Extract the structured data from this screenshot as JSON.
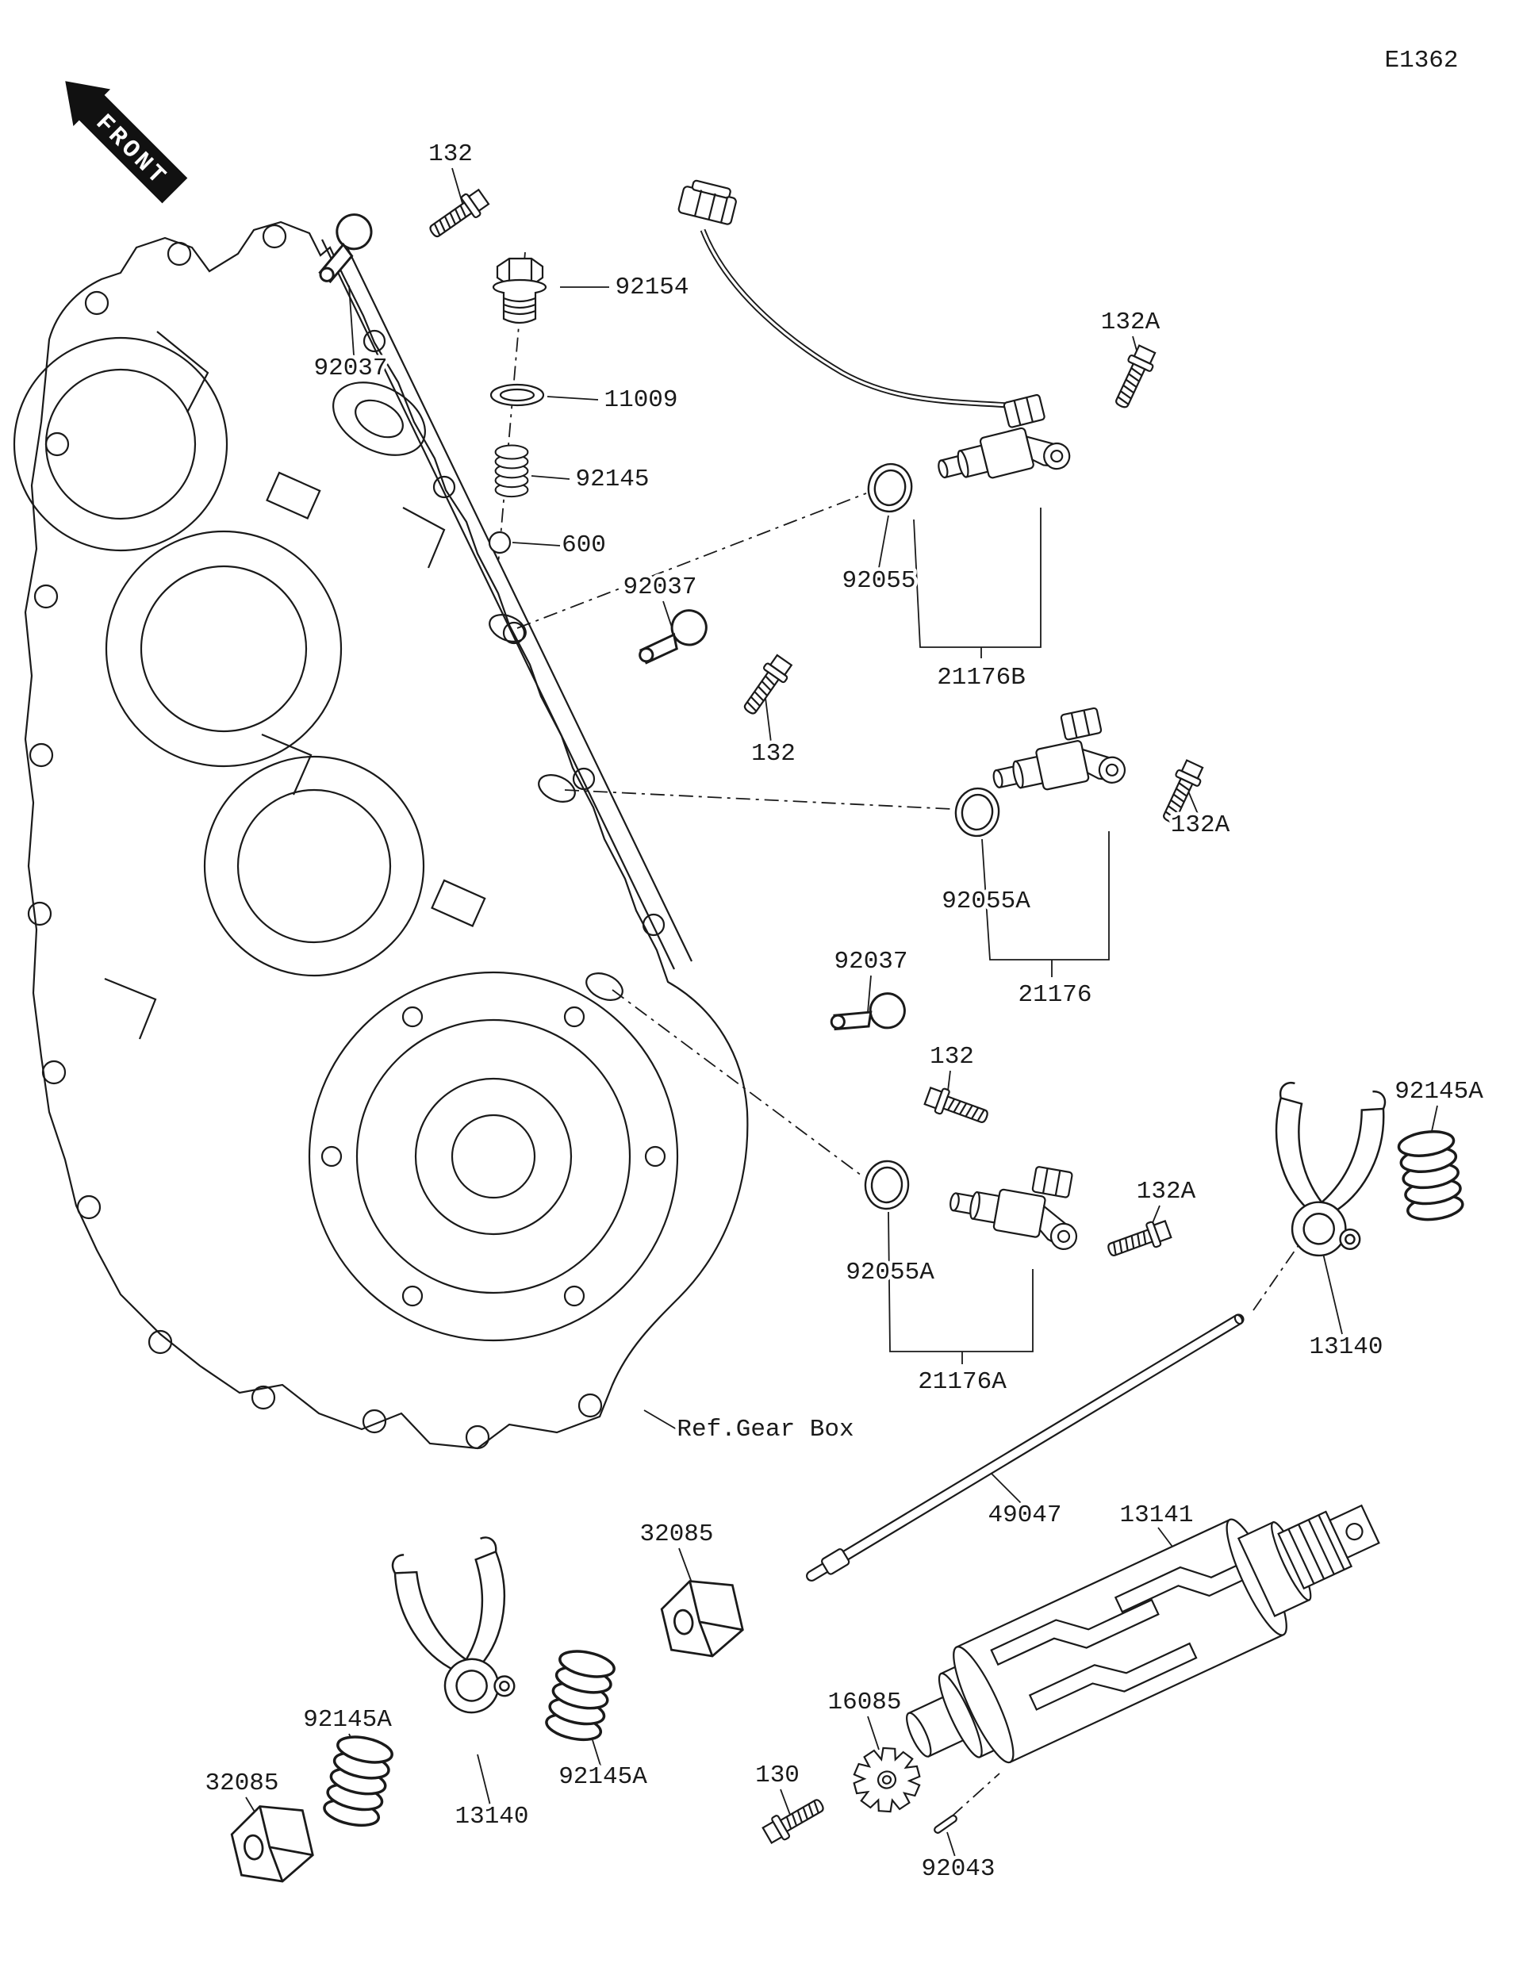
{
  "page": {
    "diagram_code": "E1362",
    "front_banner": "FRONT",
    "background_color": "#ffffff",
    "line_color": "#1a1a1a",
    "subject": "Gear Change Drum / Shift Fork(s) exploded parts diagram"
  },
  "labels": [
    {
      "text": "132",
      "part": "flange-bolt"
    },
    {
      "text": "92154",
      "part": "hex-plug"
    },
    {
      "text": "92037",
      "part": "clamp"
    },
    {
      "text": "11009",
      "part": "gasket-washer"
    },
    {
      "text": "92145",
      "part": "spring"
    },
    {
      "text": "600",
      "part": "steel-ball"
    },
    {
      "text": "92037",
      "part": "clamp"
    },
    {
      "text": "92055",
      "part": "o-ring"
    },
    {
      "text": "21176B",
      "part": "gear-position-sensor"
    },
    {
      "text": "132A",
      "part": "flange-bolt"
    },
    {
      "text": "132",
      "part": "flange-bolt"
    },
    {
      "text": "132A",
      "part": "flange-bolt"
    },
    {
      "text": "92055A",
      "part": "o-ring"
    },
    {
      "text": "21176",
      "part": "gear-position-sensor"
    },
    {
      "text": "92037",
      "part": "clamp"
    },
    {
      "text": "132",
      "part": "flange-bolt"
    },
    {
      "text": "92145A",
      "part": "spring"
    },
    {
      "text": "132A",
      "part": "flange-bolt"
    },
    {
      "text": "92055A",
      "part": "o-ring"
    },
    {
      "text": "21176A",
      "part": "gear-position-sensor"
    },
    {
      "text": "13140",
      "part": "shift-fork"
    },
    {
      "text": "Ref.Gear Box",
      "part": "reference-note"
    },
    {
      "text": "49047",
      "part": "shift-fork-rod"
    },
    {
      "text": "13141",
      "part": "gear-change-drum"
    },
    {
      "text": "32085",
      "part": "fork-stopper"
    },
    {
      "text": "92145A",
      "part": "spring"
    },
    {
      "text": "32085",
      "part": "fork-stopper"
    },
    {
      "text": "13140",
      "part": "shift-fork"
    },
    {
      "text": "92145A",
      "part": "spring"
    },
    {
      "text": "130",
      "part": "flange-bolt"
    },
    {
      "text": "16085",
      "part": "ratchet-gear"
    },
    {
      "text": "92043",
      "part": "dowel-pin"
    }
  ]
}
